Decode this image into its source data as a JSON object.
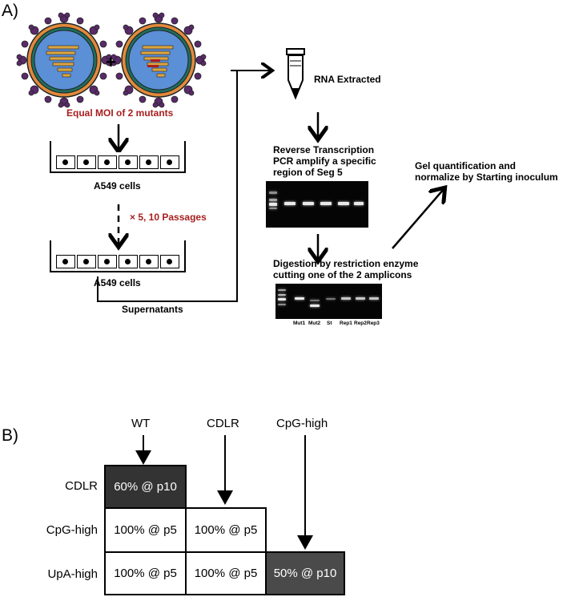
{
  "panel_a": {
    "letter": "A)",
    "mixture_label": "Equal MOI of 2 mutants",
    "plate_label_top": "A549 cells",
    "passages_label": "× 5, 10 Passages",
    "plate_label_bottom": "A549 cells",
    "supernatants_label": "Supernatants",
    "rna_label": "RNA Extracted",
    "rt_pcr_label_line1": "Reverse Transcription",
    "rt_pcr_label_line2": "PCR amplify a specific",
    "rt_pcr_label_line3": "region of Seg 5",
    "digestion_label_line1": "Digestion by restriction enzyme",
    "digestion_label_line2": "cutting one of the 2 amplicons",
    "gel_quant_line1": "Gel quantification and",
    "gel_quant_line2": "normalize by Starting inoculum",
    "lanes": [
      "Mut1",
      "Mut2",
      "St",
      "Rep1",
      "Rep2",
      "Rep3"
    ]
  },
  "panel_b": {
    "letter": "B)",
    "columns": [
      "WT",
      "CDLR",
      "CpG-high"
    ],
    "rows": [
      "CDLR",
      "CpG-high",
      "UpA-high"
    ],
    "cells": {
      "r0c0": "60% @ p10",
      "r1c0": "100% @ p5",
      "r1c1": "100% @ p5",
      "r2c0": "100% @ p5",
      "r2c1": "100% @ p5",
      "r2c2": "50% @ p10"
    }
  }
}
